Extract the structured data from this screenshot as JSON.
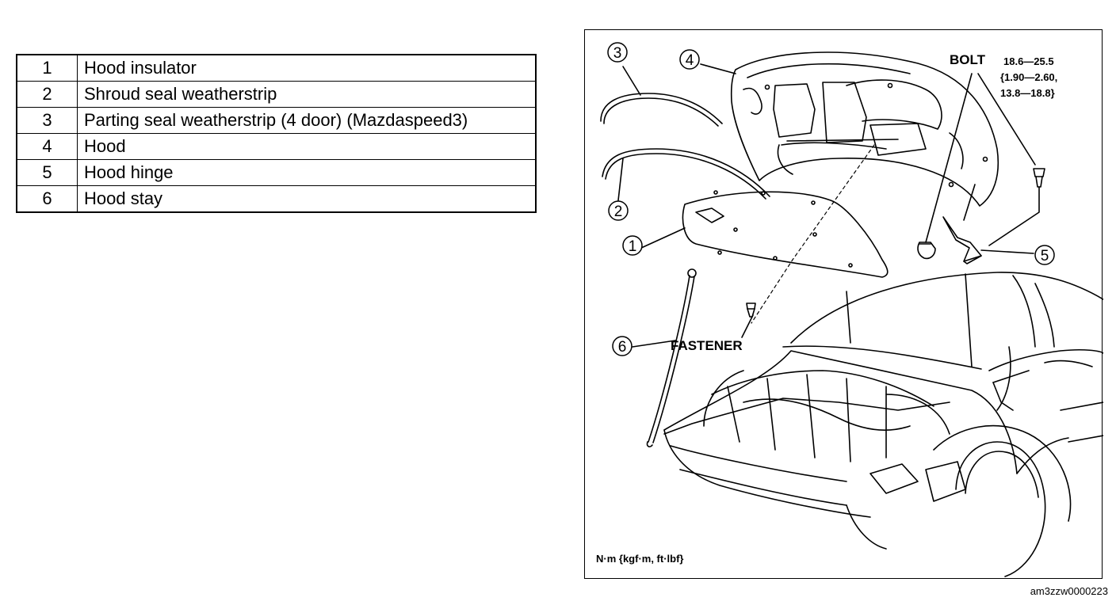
{
  "parts": [
    {
      "num": "1",
      "name": "Hood insulator"
    },
    {
      "num": "2",
      "name": "Shroud seal weatherstrip"
    },
    {
      "num": "3",
      "name": "Parting seal weatherstrip (4 door) (Mazdaspeed3)"
    },
    {
      "num": "4",
      "name": "Hood"
    },
    {
      "num": "5",
      "name": "Hood hinge"
    },
    {
      "num": "6",
      "name": "Hood stay"
    }
  ],
  "diagram": {
    "callouts": [
      "1",
      "2",
      "3",
      "4",
      "5",
      "6"
    ],
    "bolt_label": "BOLT",
    "bolt_torque": [
      "18.6—25.5",
      "{1.90—2.60,",
      "13.8—18.8}"
    ],
    "fastener_label": "FASTENER",
    "unit_legend": "N·m {kgf·m, ft·lbf}"
  },
  "figure_id": "am3zzw0000223"
}
